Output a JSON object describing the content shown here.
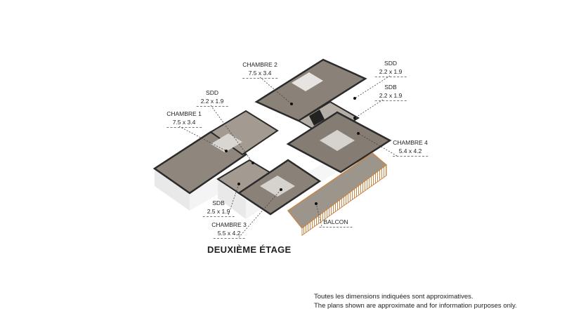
{
  "rooms": [
    {
      "name": "CHAMBRE 2",
      "dims": "7.5 x 3.4"
    },
    {
      "name": "SDD",
      "dims": "2.2 x 1.9"
    },
    {
      "name": "SDB",
      "dims": "2.2 x 1.9"
    },
    {
      "name": "SDD",
      "dims": "2.2 x 1.9"
    },
    {
      "name": "CHAMBRE 1",
      "dims": "7.5 x 3.4"
    },
    {
      "name": "CHAMBRE 4",
      "dims": "5.4 x 4.2"
    },
    {
      "name": "SDB",
      "dims": "2.5 x 1.9"
    },
    {
      "name": "CHAMBRE 3",
      "dims": "5.5 x 4.2"
    },
    {
      "name": "BALCON"
    }
  ],
  "floor_title": "DEUXIÈME ÉTAGE",
  "notes": {
    "fr": "Toutes les dimensions indiquées sont approximatives.",
    "en": "The plans shown are approximate and for information purposes only."
  },
  "colors": {
    "wall": "#2b2b2b",
    "floor": "#8a8178",
    "wall_face": "#f2f2f2",
    "balcony_rail": "#c9874a"
  }
}
